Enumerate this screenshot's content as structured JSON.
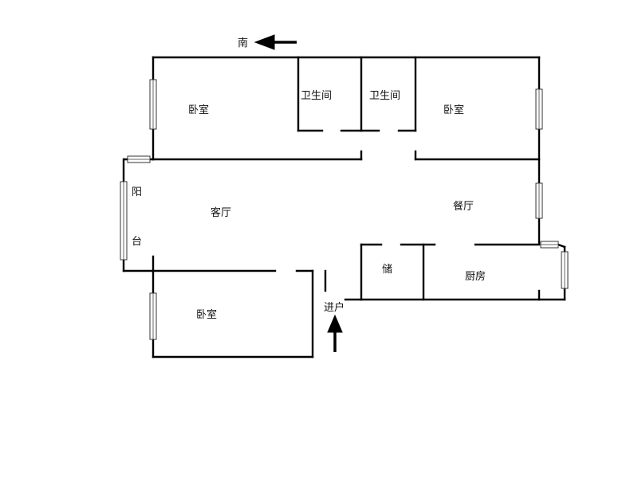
{
  "compass": {
    "label": "南"
  },
  "rooms": {
    "bedroom_top_left": "卧室",
    "bathroom_1": "卫生间",
    "bathroom_2": "卫生间",
    "bedroom_top_right": "卧室",
    "living_room": "客厅",
    "dining_room": "餐厅",
    "balcony_char_1": "阳",
    "balcony_char_2": "台",
    "storage": "储",
    "kitchen": "厨房",
    "bedroom_bottom": "卧室"
  },
  "entrance": {
    "label": "进户"
  },
  "colors": {
    "wall": "#000000",
    "background": "#ffffff"
  }
}
